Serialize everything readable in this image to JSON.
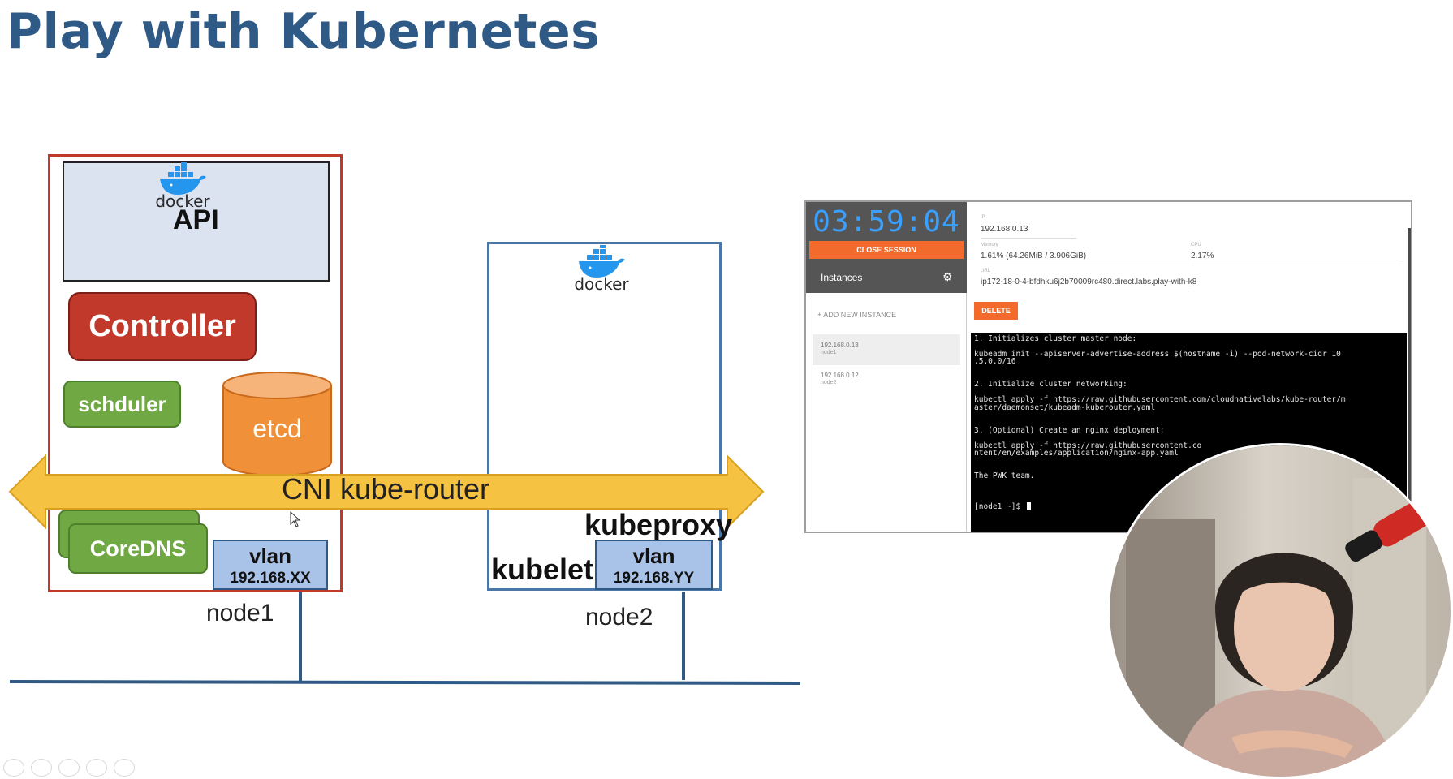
{
  "slide": {
    "title": "Play with Kubernetes"
  },
  "diagram": {
    "node1": {
      "docker_text": "docker",
      "api": "API",
      "controller": "Controller",
      "schduler": "schduler",
      "etcd": "etcd",
      "coredns": "CoreDNS",
      "vlan_label": "vlan",
      "vlan_ip": "192.168.XX",
      "label": "node1"
    },
    "node2": {
      "docker_text": "docker",
      "kubeproxy": "kubeproxy",
      "kubelet": "kubelet",
      "vlan_label": "vlan",
      "vlan_ip": "192.168.YY",
      "label": "node2"
    },
    "cni": "CNI kube-router"
  },
  "pwk": {
    "timer": "03:59:04",
    "close_session": "CLOSE SESSION",
    "instances_label": "Instances",
    "add_instance": "+ ADD NEW INSTANCE",
    "instances": [
      {
        "ip": "192.168.0.13",
        "name": "node1"
      },
      {
        "ip": "192.168.0.12",
        "name": "node2"
      }
    ],
    "details": {
      "ip_label": "IP",
      "ip": "192.168.0.13",
      "memory_label": "Memory",
      "memory": "1.61% (64.26MiB / 3.906GiB)",
      "cpu_label": "CPU",
      "cpu": "2.17%",
      "url_label": "URL",
      "url": "ip172-18-0-4-bfdhku6j2b70009rc480.direct.labs.play-with-k8"
    },
    "delete": "DELETE",
    "terminal": [
      " 1. Initializes cluster master node:",
      "",
      " kubeadm init --apiserver-advertise-address $(hostname -i) --pod-network-cidr 10",
      ".5.0.0/16",
      "",
      "",
      " 2. Initialize cluster networking:",
      "",
      "kubectl apply -f https://raw.githubusercontent.com/cloudnativelabs/kube-router/m",
      "aster/daemonset/kubeadm-kuberouter.yaml",
      "",
      "",
      " 3. (Optional) Create an nginx deployment:",
      "",
      " kubectl apply -f https://raw.githubusercontent.co",
      "ntent/en/examples/application/nginx-app.yaml",
      "",
      "",
      "                         The PWK team.",
      "",
      "",
      "",
      "[node1 ~]$ "
    ]
  },
  "colors": {
    "title": "#2f5a86",
    "node1_border": "#c0392b",
    "node2_border": "#4a76a8",
    "controller": "#c0392b",
    "green": "#70a944",
    "etcd": "#f0913a",
    "cni_arrow": "#f5c242",
    "vlan": "#a9c2e8",
    "accent_orange": "#f26b2c",
    "timer_blue": "#3aa0ff"
  },
  "icons": [
    "docker-whale-icon",
    "gear-icon",
    "mouse-cursor-icon"
  ]
}
